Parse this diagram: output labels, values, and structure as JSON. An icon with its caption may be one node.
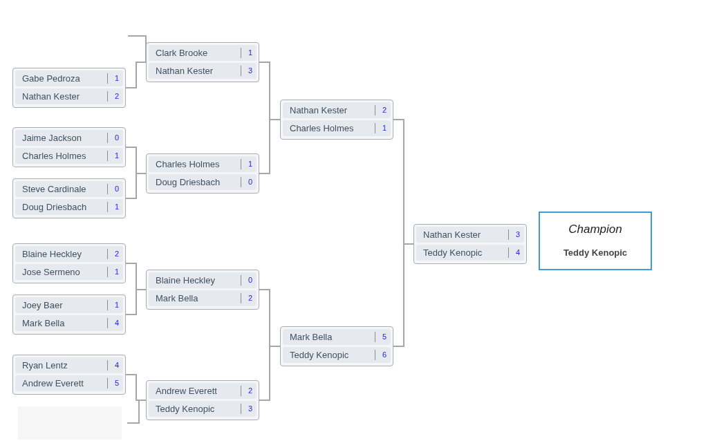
{
  "diagram": {
    "nodes": [
      {
        "text": [],
        "shape": "box"
      },
      {
        "text": [
          "Gabe Pedroza",
          "1"
        ],
        "in": 0
      },
      {
        "text": [
          "Nathan Kester",
          "2"
        ],
        "in": 0
      },
      {
        "text": [],
        "shape": "box"
      },
      {
        "text": [
          "Jaime Jackson",
          "0"
        ],
        "in": 3
      },
      {
        "text": [
          "Charles Holmes",
          "1"
        ],
        "in": 3
      },
      {
        "text": [],
        "shape": "box"
      },
      {
        "text": [
          "Steve Cardinale",
          "0"
        ],
        "in": 6
      },
      {
        "text": [
          "Doug Driesbach",
          "1"
        ],
        "in": 6
      },
      {
        "text": [],
        "shape": "box"
      },
      {
        "text": [
          "Blaine Heckley",
          "2"
        ],
        "in": 9
      },
      {
        "text": [
          "Jose Sermeno",
          "1"
        ],
        "in": 9
      },
      {
        "text": [],
        "shape": "box"
      },
      {
        "text": [
          "Joey Baer",
          "1"
        ],
        "in": 12
      },
      {
        "text": [
          "Mark Bella",
          "4"
        ],
        "in": 12
      },
      {
        "text": [],
        "shape": "box"
      },
      {
        "text": [
          "Ryan Lentz",
          "4"
        ],
        "in": 15
      },
      {
        "text": [
          "Andrew Everett",
          "5"
        ],
        "in": 15
      },
      {
        "text": [],
        "shape": "box"
      },
      {
        "text": [],
        "shape": "box"
      },
      {
        "text": [
          "Clark Brooke",
          "1"
        ],
        "in": 19
      },
      {
        "text": [
          "Nathan Kester",
          "3"
        ],
        "in": 19
      },
      {
        "text": [],
        "shape": "box"
      },
      {
        "text": [
          "Charles Holmes",
          "1"
        ],
        "in": 22
      },
      {
        "text": [
          "Doug Driesbach",
          "0"
        ],
        "in": 22
      },
      {
        "text": [],
        "shape": "box"
      },
      {
        "text": [
          "Blaine Heckley",
          "0"
        ],
        "in": 25
      },
      {
        "text": [
          "Mark Bella",
          "2"
        ],
        "in": 25
      },
      {
        "text": [],
        "shape": "box"
      },
      {
        "text": [
          "Andrew Everett",
          "2"
        ],
        "in": 28
      },
      {
        "text": [
          "Teddy Kenopic",
          "3"
        ],
        "in": 28
      },
      {
        "text": [],
        "shape": "box"
      },
      {
        "text": [
          "Nathan Kester",
          "2"
        ],
        "in": 31
      },
      {
        "text": [
          "Charles Holmes",
          "1"
        ],
        "in": 31
      },
      {
        "text": [],
        "shape": "box"
      },
      {
        "text": [
          "Mark Bella",
          "5"
        ],
        "in": 34
      },
      {
        "text": [
          "Teddy Kenopic",
          "6"
        ],
        "in": 34
      },
      {
        "text": [],
        "shape": "box"
      },
      {
        "text": [
          "Nathan Kester",
          "3"
        ],
        "in": 37
      },
      {
        "text": [
          "Teddy Kenopic",
          "4"
        ],
        "in": 37
      },
      {
        "text": [
          "Champion",
          "Teddy Kenopic"
        ]
      }
    ],
    "edges": [
      {
        "from": null,
        "to": 19,
        "arrow": "none"
      },
      {
        "from": 0,
        "to": 19,
        "arrow": "none"
      },
      {
        "from": 3,
        "to": 22,
        "arrow": "none"
      },
      {
        "from": 6,
        "to": 22,
        "arrow": "none"
      },
      {
        "from": 9,
        "to": 25,
        "arrow": "none"
      },
      {
        "from": 12,
        "to": 25,
        "arrow": "none"
      },
      {
        "from": 15,
        "to": 28,
        "arrow": "none"
      },
      {
        "from": 18,
        "to": 28,
        "arrow": "none"
      },
      {
        "from": 19,
        "to": 31,
        "arrow": "none"
      },
      {
        "from": 22,
        "to": 31,
        "arrow": "none"
      },
      {
        "from": 25,
        "to": 34,
        "arrow": "none"
      },
      {
        "from": 28,
        "to": 34,
        "arrow": "none"
      },
      {
        "from": 31,
        "to": 37,
        "arrow": "none"
      },
      {
        "from": 34,
        "to": 37,
        "arrow": "none"
      }
    ]
  }
}
